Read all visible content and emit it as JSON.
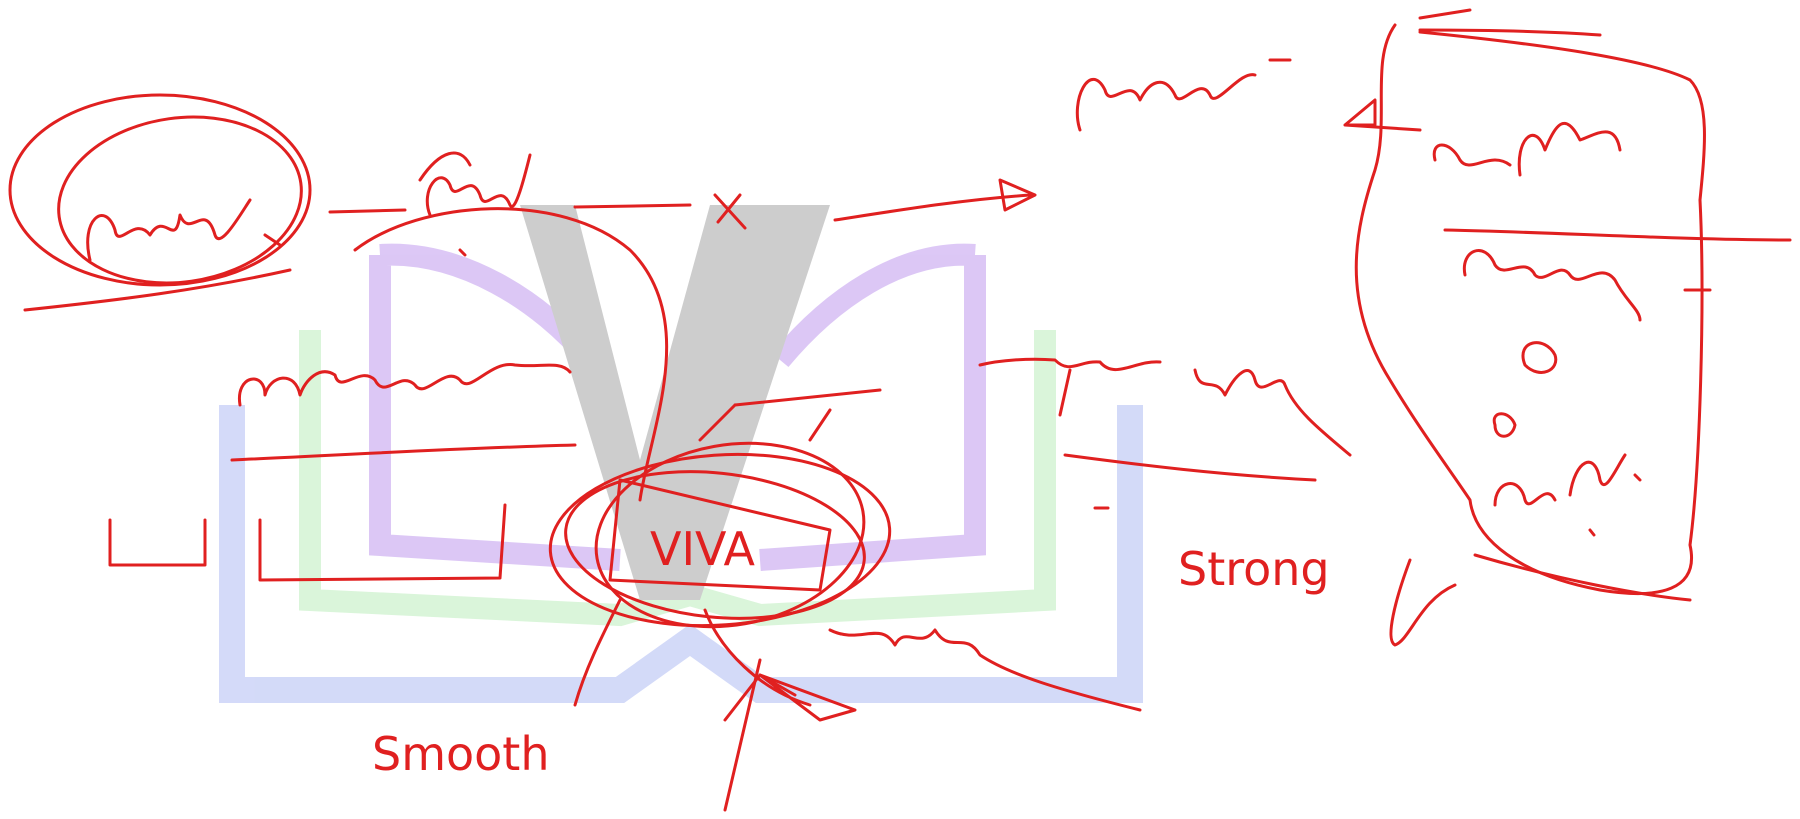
{
  "canvas": {
    "background": "#ffffff"
  },
  "watermark": {
    "icon": "open-book-v-logo-icon",
    "letter_color": "#c8c8c8",
    "page_colors": [
      "#d9c2f5",
      "#d6f5d6",
      "#cfd6f8"
    ]
  },
  "annotations": {
    "ink_color": "#e02020",
    "words": {
      "viva": "VIVA",
      "strong": "Strong",
      "smooth": "Smooth"
    }
  }
}
